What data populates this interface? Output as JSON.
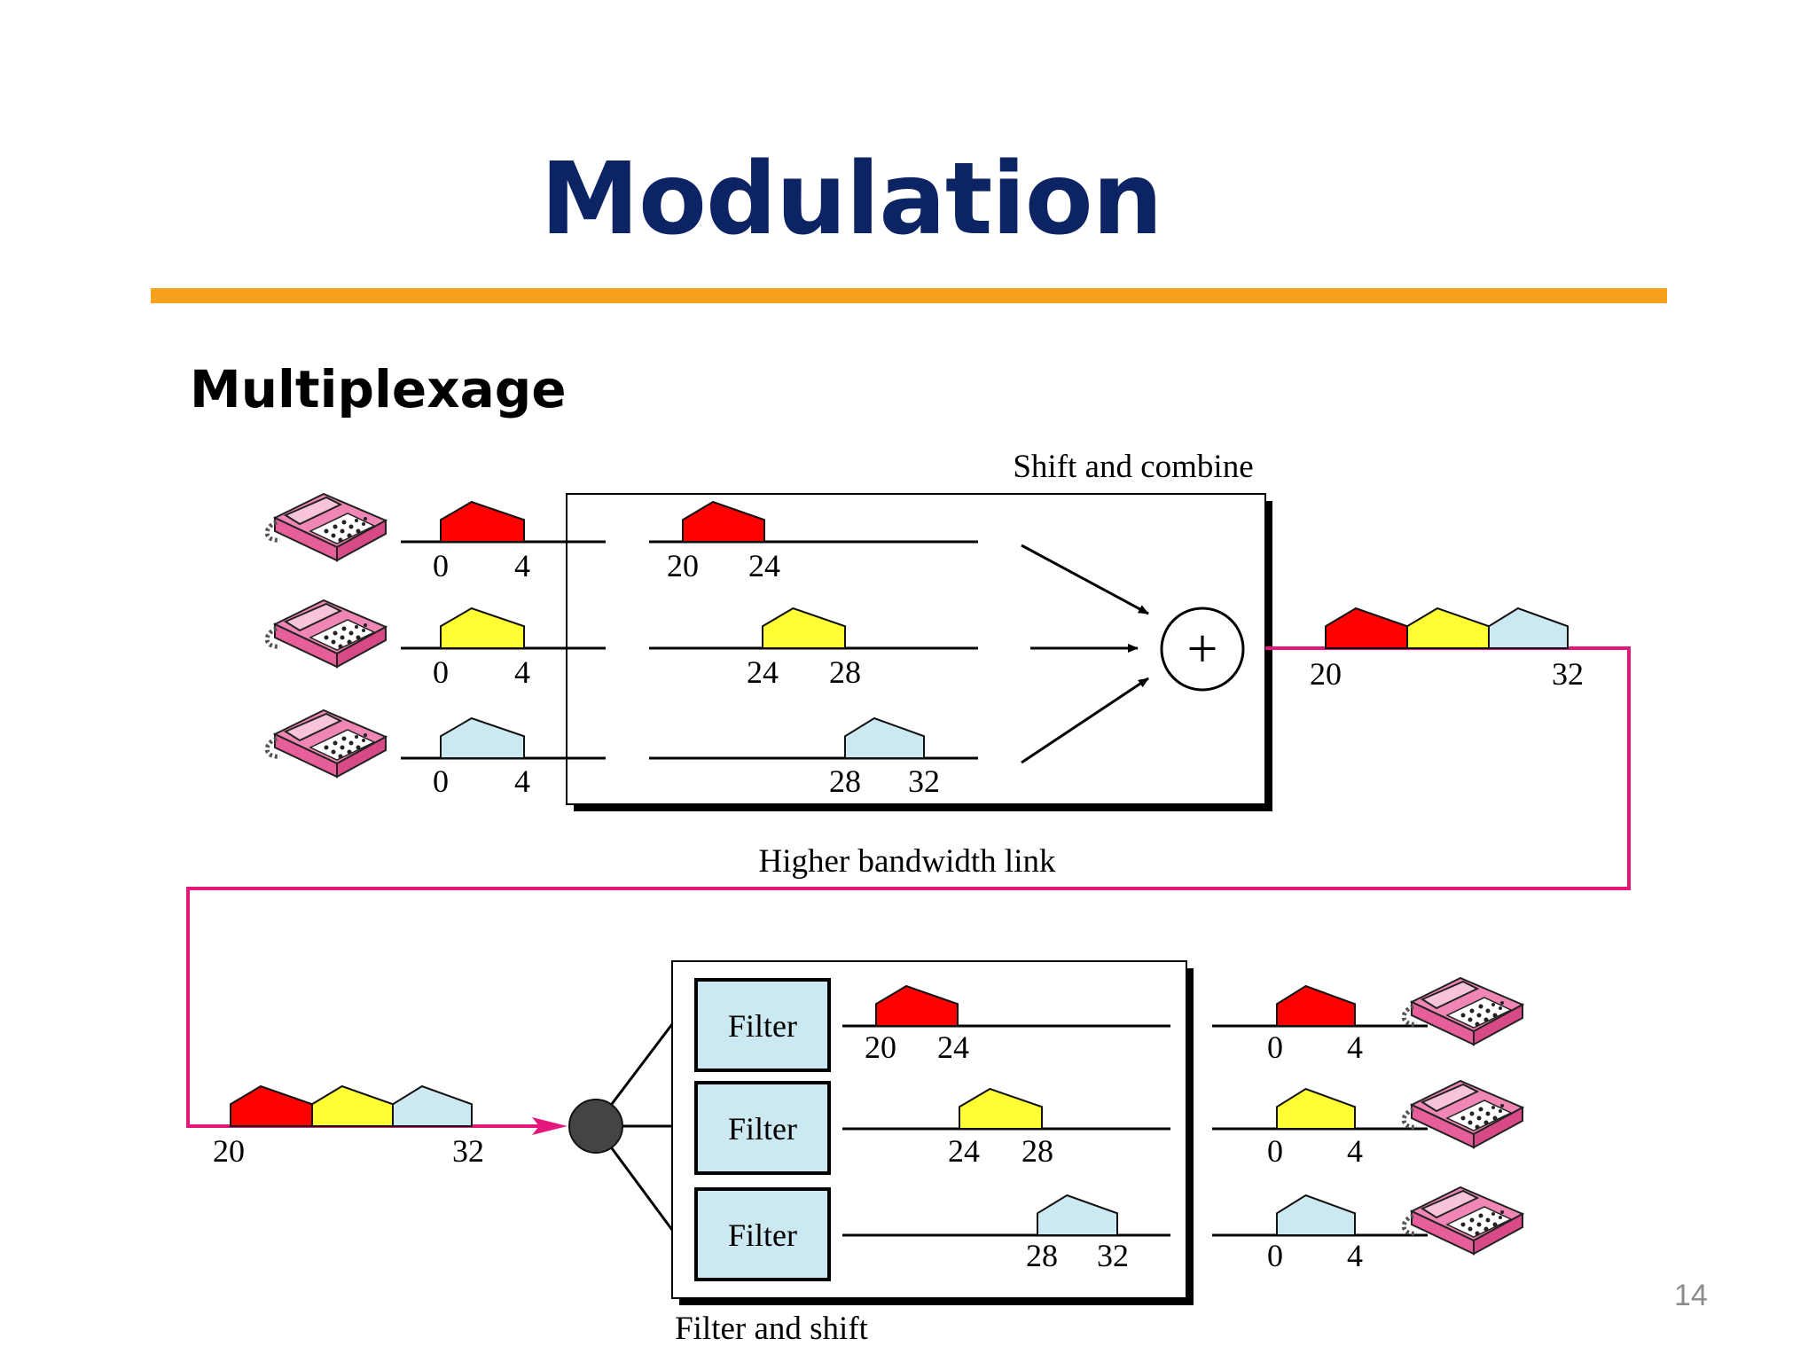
{
  "slide": {
    "title": "Modulation",
    "subtitle": "Multiplexage",
    "page_number": "14"
  },
  "diagram": {
    "colors": {
      "channel_1": "#ff0000",
      "channel_2": "#ffff33",
      "channel_3": "#cce8f0",
      "link": "#e5177b",
      "accent_rule": "#f7a01b",
      "title": "#0d2464"
    },
    "icons": [
      "telephone-icon",
      "adder-icon",
      "splitter-node-icon",
      "arrow-icon"
    ],
    "multiplexer": {
      "caption": "Shift and combine",
      "inputs": [
        {
          "band": [
            "0",
            "4"
          ],
          "shifted_band": [
            "20",
            "24"
          ]
        },
        {
          "band": [
            "0",
            "4"
          ],
          "shifted_band": [
            "24",
            "28"
          ]
        },
        {
          "band": [
            "0",
            "4"
          ],
          "shifted_band": [
            "28",
            "32"
          ]
        }
      ],
      "adder_symbol": "+",
      "combined_band": [
        "20",
        "32"
      ]
    },
    "link": {
      "caption": "Higher bandwidth link",
      "band": [
        "20",
        "32"
      ]
    },
    "demultiplexer": {
      "caption": "Filter and shift",
      "filter_label": "Filter",
      "outputs": [
        {
          "filter_band": [
            "20",
            "24"
          ],
          "shifted_band": [
            "0",
            "4"
          ]
        },
        {
          "filter_band": [
            "24",
            "28"
          ],
          "shifted_band": [
            "0",
            "4"
          ]
        },
        {
          "filter_band": [
            "28",
            "32"
          ],
          "shifted_band": [
            "0",
            "4"
          ]
        }
      ]
    }
  }
}
